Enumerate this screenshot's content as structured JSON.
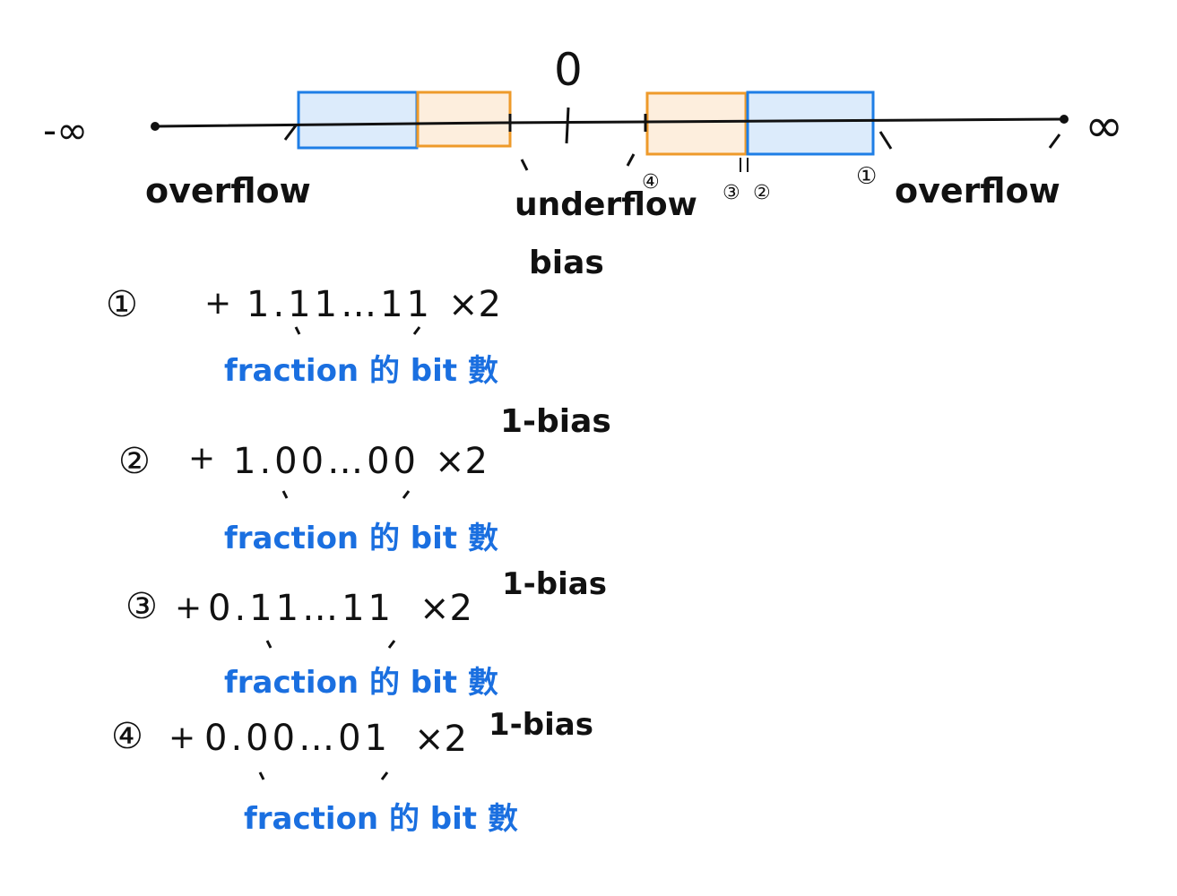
{
  "number_line": {
    "neg_infinity": "-∞",
    "pos_infinity": "∞",
    "zero": "0",
    "overflow_left": "overflow",
    "overflow_right": "overflow",
    "underflow": "underflow",
    "marker_1": "①",
    "marker_2": "②",
    "marker_3": "③",
    "marker_4": "④",
    "colors": {
      "normal_fill": "#dcebfb",
      "normal_stroke": "#1e7ee6",
      "denormal_fill": "#fdeedd",
      "denormal_stroke": "#ee9a2a",
      "line": "#111111",
      "annotation": "#1a6fe0"
    }
  },
  "formulas": [
    {
      "marker": "①",
      "sign": "+",
      "mantissa": "1.11…11",
      "times": "×2",
      "exponent": "bias",
      "note": "fraction 的 bit 數"
    },
    {
      "marker": "②",
      "sign": "+",
      "mantissa": "1.00…00",
      "times": "×2",
      "exponent": "1-bias",
      "note": "fraction 的 bit 數"
    },
    {
      "marker": "③",
      "sign": "+",
      "mantissa": "0.11…11",
      "times": "×2",
      "exponent": "1-bias",
      "note": "fraction 的 bit 數"
    },
    {
      "marker": "④",
      "sign": "+",
      "mantissa": "0.00…01",
      "times": "×2",
      "exponent": "1-bias",
      "note": "fraction 的 bit 數"
    }
  ]
}
